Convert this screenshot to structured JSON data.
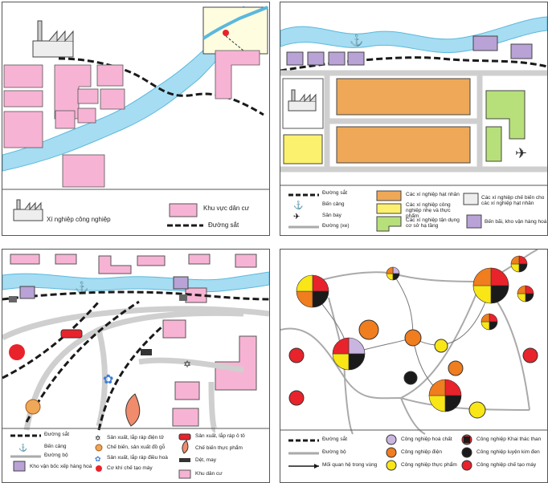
{
  "panel1": {
    "legend": {
      "factory_label": "Xí nghiệp công nghiệp",
      "residential_label": "Khu vực dân cư",
      "railway_label": "Đường sắt"
    }
  },
  "panel2": {
    "legend": {
      "railway_label": "Đường sắt",
      "port_label": "Bến cảng",
      "airport_label": "Sân bay",
      "road_label": "Đường (xe)",
      "heavy_label": "Các xí nghiệp hạt nhân",
      "light_label": "Các xí nghiệp công nghiệp nhẹ và thực phẩm",
      "infra_label": "Các xí nghiệp tận dụng cơ sở hạ tầng",
      "processing_label": "Các xí nghiệp chế biến cho các xí nghiệp hạt nhân",
      "warehouse_label": "Bến bãi, kho vận hàng hoá"
    }
  },
  "panel3": {
    "legend": {
      "railway_label": "Đường sắt",
      "port_label": "Bến cảng",
      "road_label": "Đường bộ",
      "warehouse_label": "Kho vận bốc xếp hàng hoá",
      "electronics_label": "Sản xuất, lắp ráp điện tử",
      "wood_label": "Chế biến, sản xuất đồ gỗ",
      "aircon_label": "Sản xuất, lắp ráp điều hoà",
      "machinery_label": "Cơ khí chế tạo máy",
      "auto_label": "Sản xuất, lắp ráp ô tô",
      "food_label": "Chế biến thực phẩm",
      "textile_label": "Dệt, may",
      "residential_label": "Khu dân cư"
    }
  },
  "panel4": {
    "legend": {
      "railway_label": "Đường sắt",
      "road_label": "Đường bộ",
      "relation_label": "Mối quan hệ trong vùng",
      "chemical_label": "Công nghiệp hoá chất",
      "energy_label": "Công nghiệp điện",
      "food_label": "Công nghiệp thực phẩm",
      "mining_label": "Công nghiệp Khai thác than",
      "metal_label": "Công nghiệp luyện kim đen",
      "machinery_label": "Công nghiệp chế tạo máy"
    }
  },
  "colors": {
    "river": "#a6ddf2",
    "residential": "#f7b3d4",
    "heavy": "#eea857",
    "light": "#fbf16e",
    "green": "#b7e07a",
    "warehouse": "#b8a2d6",
    "road": "#cfcfcf",
    "black": "#1a1a1a",
    "red": "#e8232b",
    "orange": "#f07d1e",
    "yellow": "#f8e617",
    "purple": "#c9b6e0"
  }
}
